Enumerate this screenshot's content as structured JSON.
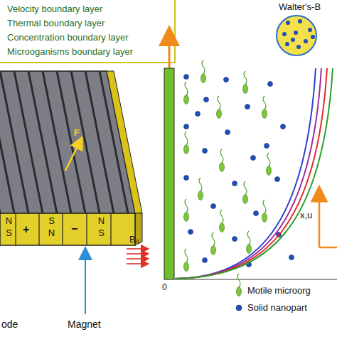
{
  "diagram": {
    "labels": [
      "Walter's-B",
      "F",
      "N S",
      "+",
      "S N",
      "−",
      "N S",
      "ode",
      "Magnet",
      "B₀",
      "0",
      "x,u"
    ],
    "legend": [
      {
        "text": "Velocity boundary layer"
      },
      {
        "text": "Thermal boundary layer"
      },
      {
        "text": "Concentration boundary layer"
      },
      {
        "text": "Microoganisms boundary layer"
      },
      {
        "text": "Motile microorg"
      },
      {
        "text": "Solid nanopart"
      }
    ]
  }
}
